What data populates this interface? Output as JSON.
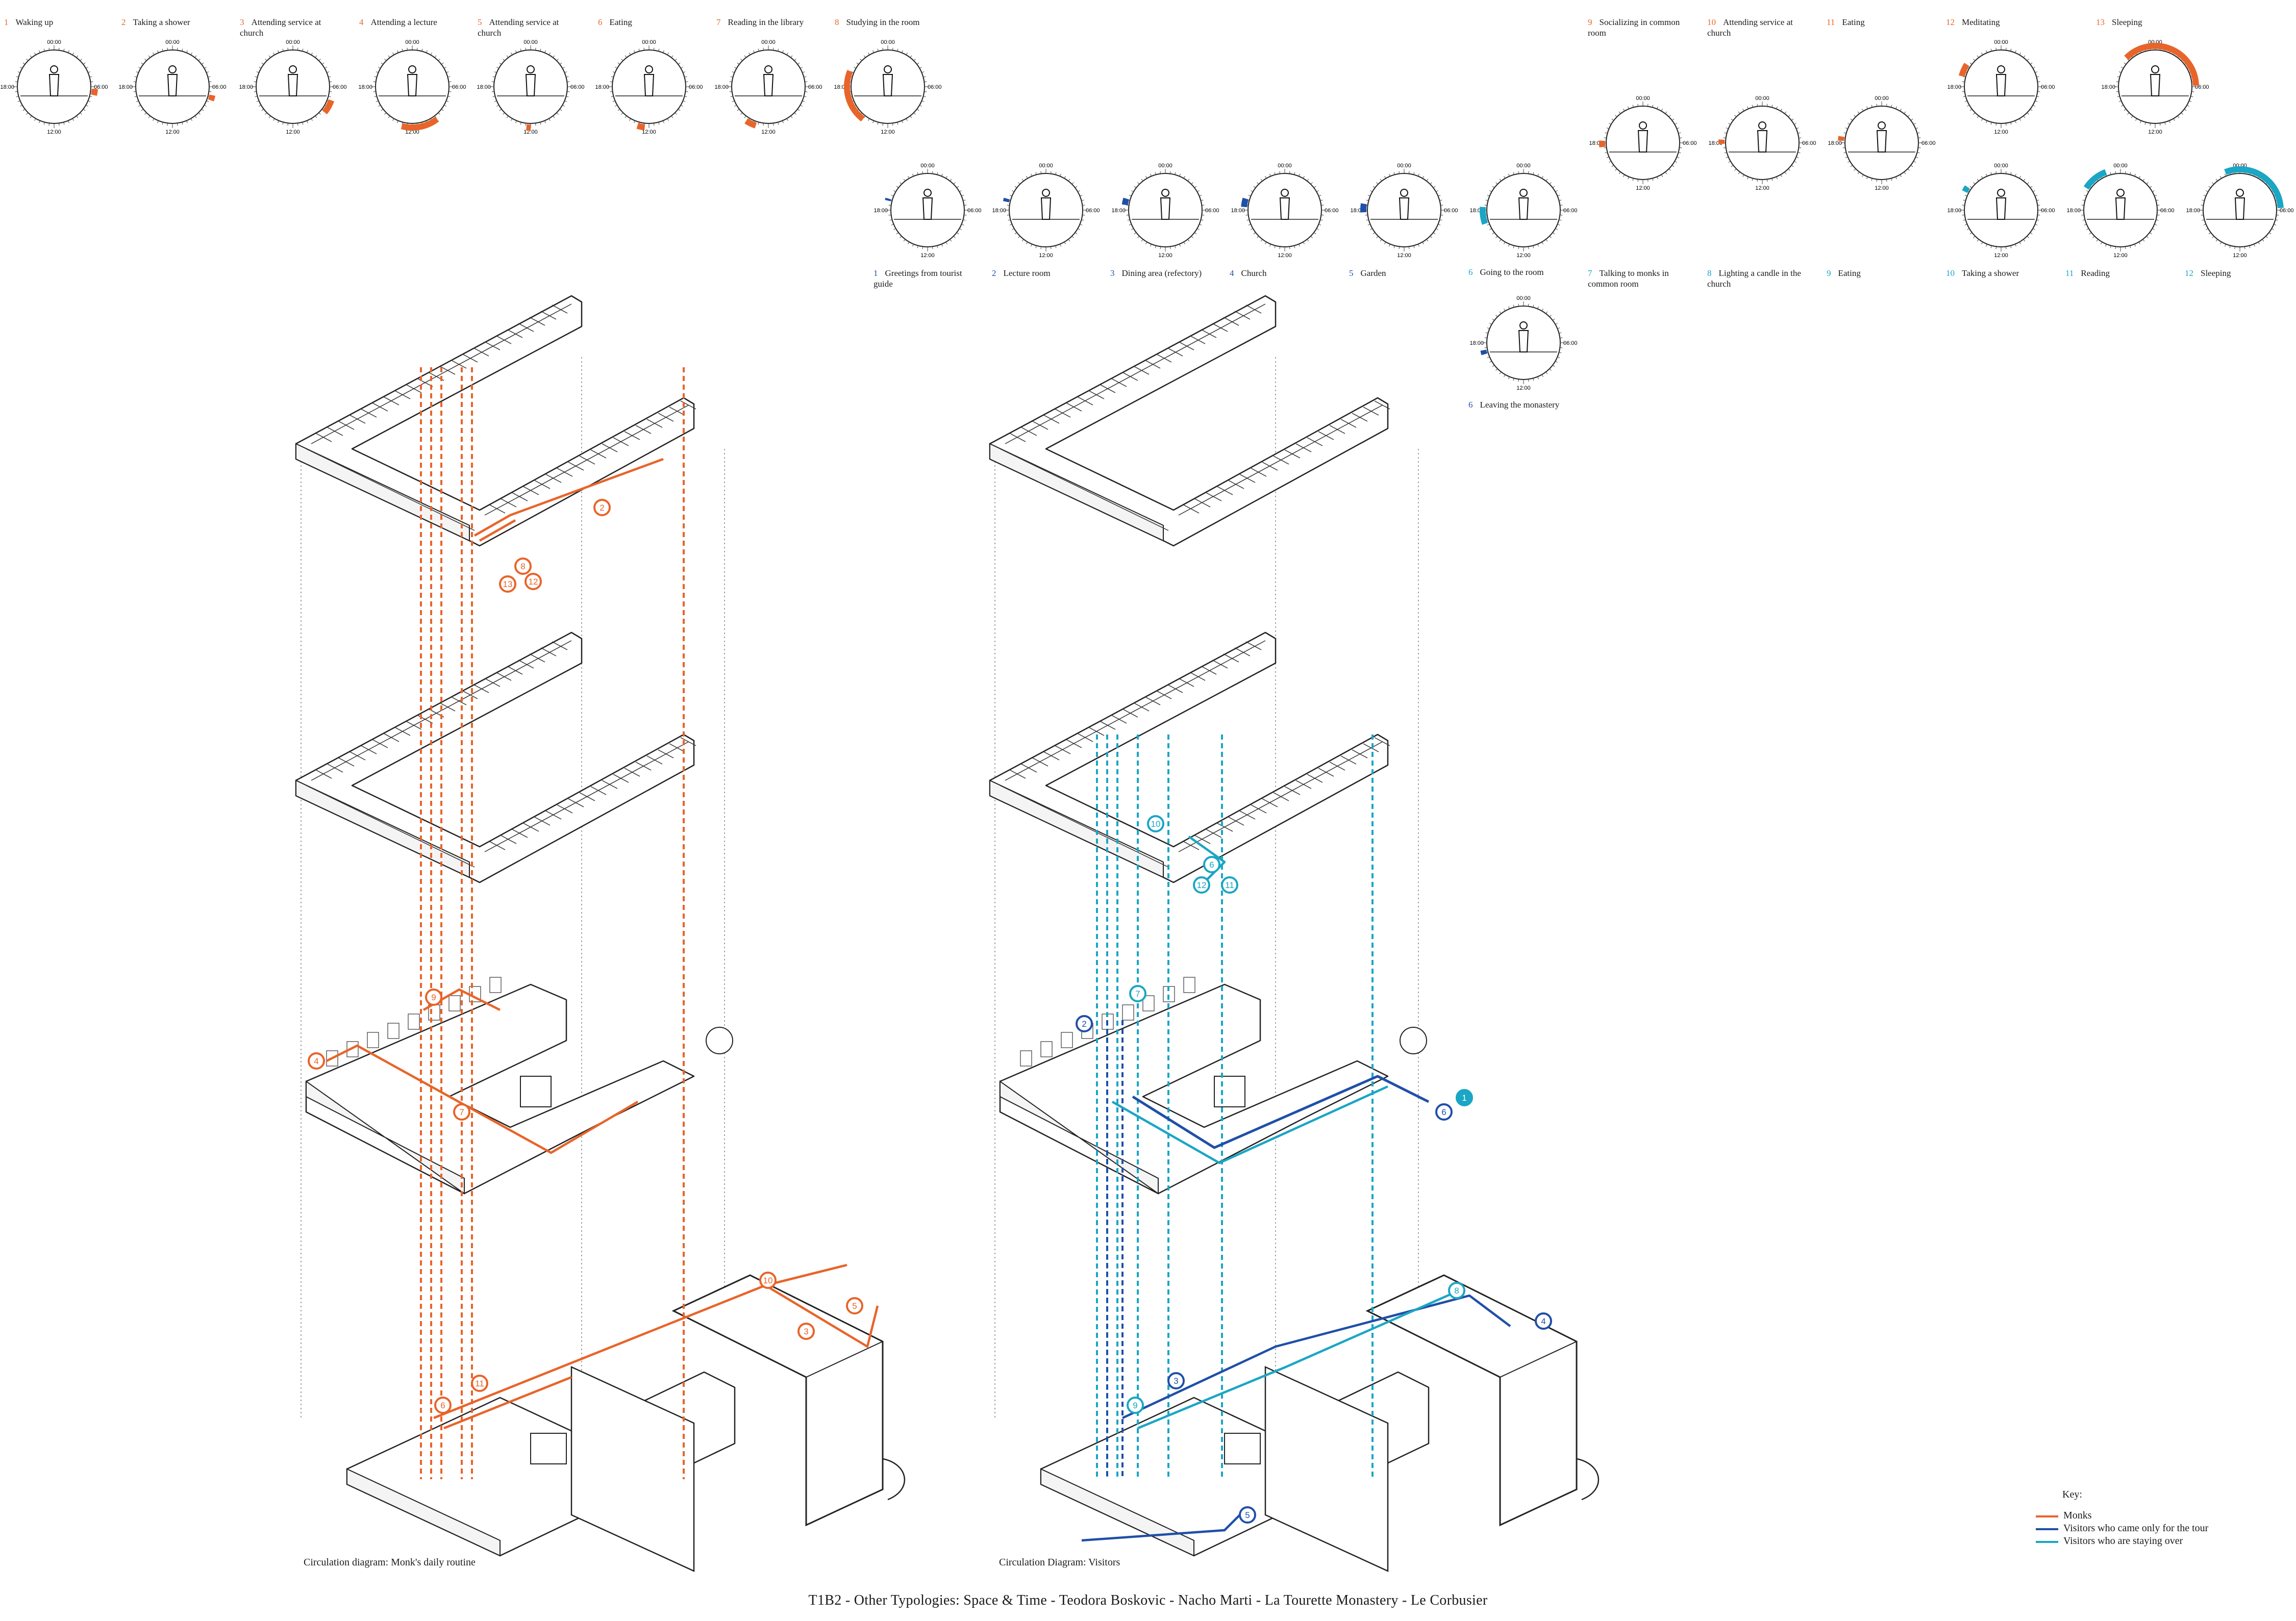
{
  "title": "T1B2 - Other Typologies: Space & Time - Teodora Boskovic - Nacho Marti - La Tourette Monastery - Le Corbusier",
  "colors": {
    "monks": "#e8642a",
    "tour": "#1f4fa8",
    "staying": "#1aa6c4",
    "line": "#222222"
  },
  "clock_ticks": {
    "top": "00:00",
    "right": "06:00",
    "bottom": "12:00",
    "left": "18:00"
  },
  "monk_activities": [
    {
      "num": "1",
      "label": "Waking up"
    },
    {
      "num": "2",
      "label": "Taking a shower"
    },
    {
      "num": "3",
      "label": "Attending service at church"
    },
    {
      "num": "4",
      "label": "Attending a lecture"
    },
    {
      "num": "5",
      "label": "Attending service at church"
    },
    {
      "num": "6",
      "label": "Eating"
    },
    {
      "num": "7",
      "label": "Reading in the library"
    },
    {
      "num": "8",
      "label": "Studying in the room"
    },
    {
      "num": "9",
      "label": "Socializing in common room"
    },
    {
      "num": "10",
      "label": "Attending service at church"
    },
    {
      "num": "11",
      "label": "Eating"
    },
    {
      "num": "12",
      "label": "Meditating"
    },
    {
      "num": "13",
      "label": "Sleeping"
    }
  ],
  "visitor_activities": [
    {
      "num": "1",
      "label": "Greetings from tourist guide"
    },
    {
      "num": "2",
      "label": "Lecture room"
    },
    {
      "num": "3",
      "label": "Dining area (refectory)"
    },
    {
      "num": "4",
      "label": "Church"
    },
    {
      "num": "5",
      "label": "Garden"
    },
    {
      "num": "6",
      "label": "Going to the room"
    },
    {
      "num": "6",
      "label": "Leaving the monastery"
    },
    {
      "num": "7",
      "label": "Talking to monks in common room"
    },
    {
      "num": "8",
      "label": "Lighting a candle in the church"
    },
    {
      "num": "9",
      "label": "Eating"
    },
    {
      "num": "10",
      "label": "Taking a shower"
    },
    {
      "num": "11",
      "label": "Reading"
    },
    {
      "num": "12",
      "label": "Sleeping"
    }
  ],
  "captions": {
    "left": "Circulation diagram: Monk's daily routine",
    "right": "Circulation Diagram: Visitors"
  },
  "key": {
    "title": "Key:",
    "items": [
      "Monks",
      "Visitors who came only for the tour",
      "Visitors who are staying over"
    ]
  }
}
